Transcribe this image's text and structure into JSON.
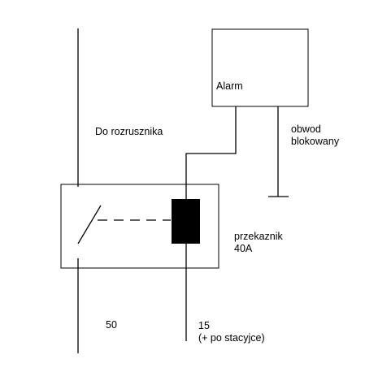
{
  "labels": {
    "alarm": "Alarm",
    "starter": "Do rozrusznika",
    "blocked_line1": "obwod",
    "blocked_line2": "blokowany",
    "relay_line1": "przekaznik",
    "relay_line2": "40A",
    "terminal_50": "50",
    "terminal_15_line1": "15",
    "terminal_15_line2": "(+ po stacyjce)"
  },
  "colors": {
    "line": "#000000",
    "coil": "#000000",
    "background": "#ffffff"
  }
}
